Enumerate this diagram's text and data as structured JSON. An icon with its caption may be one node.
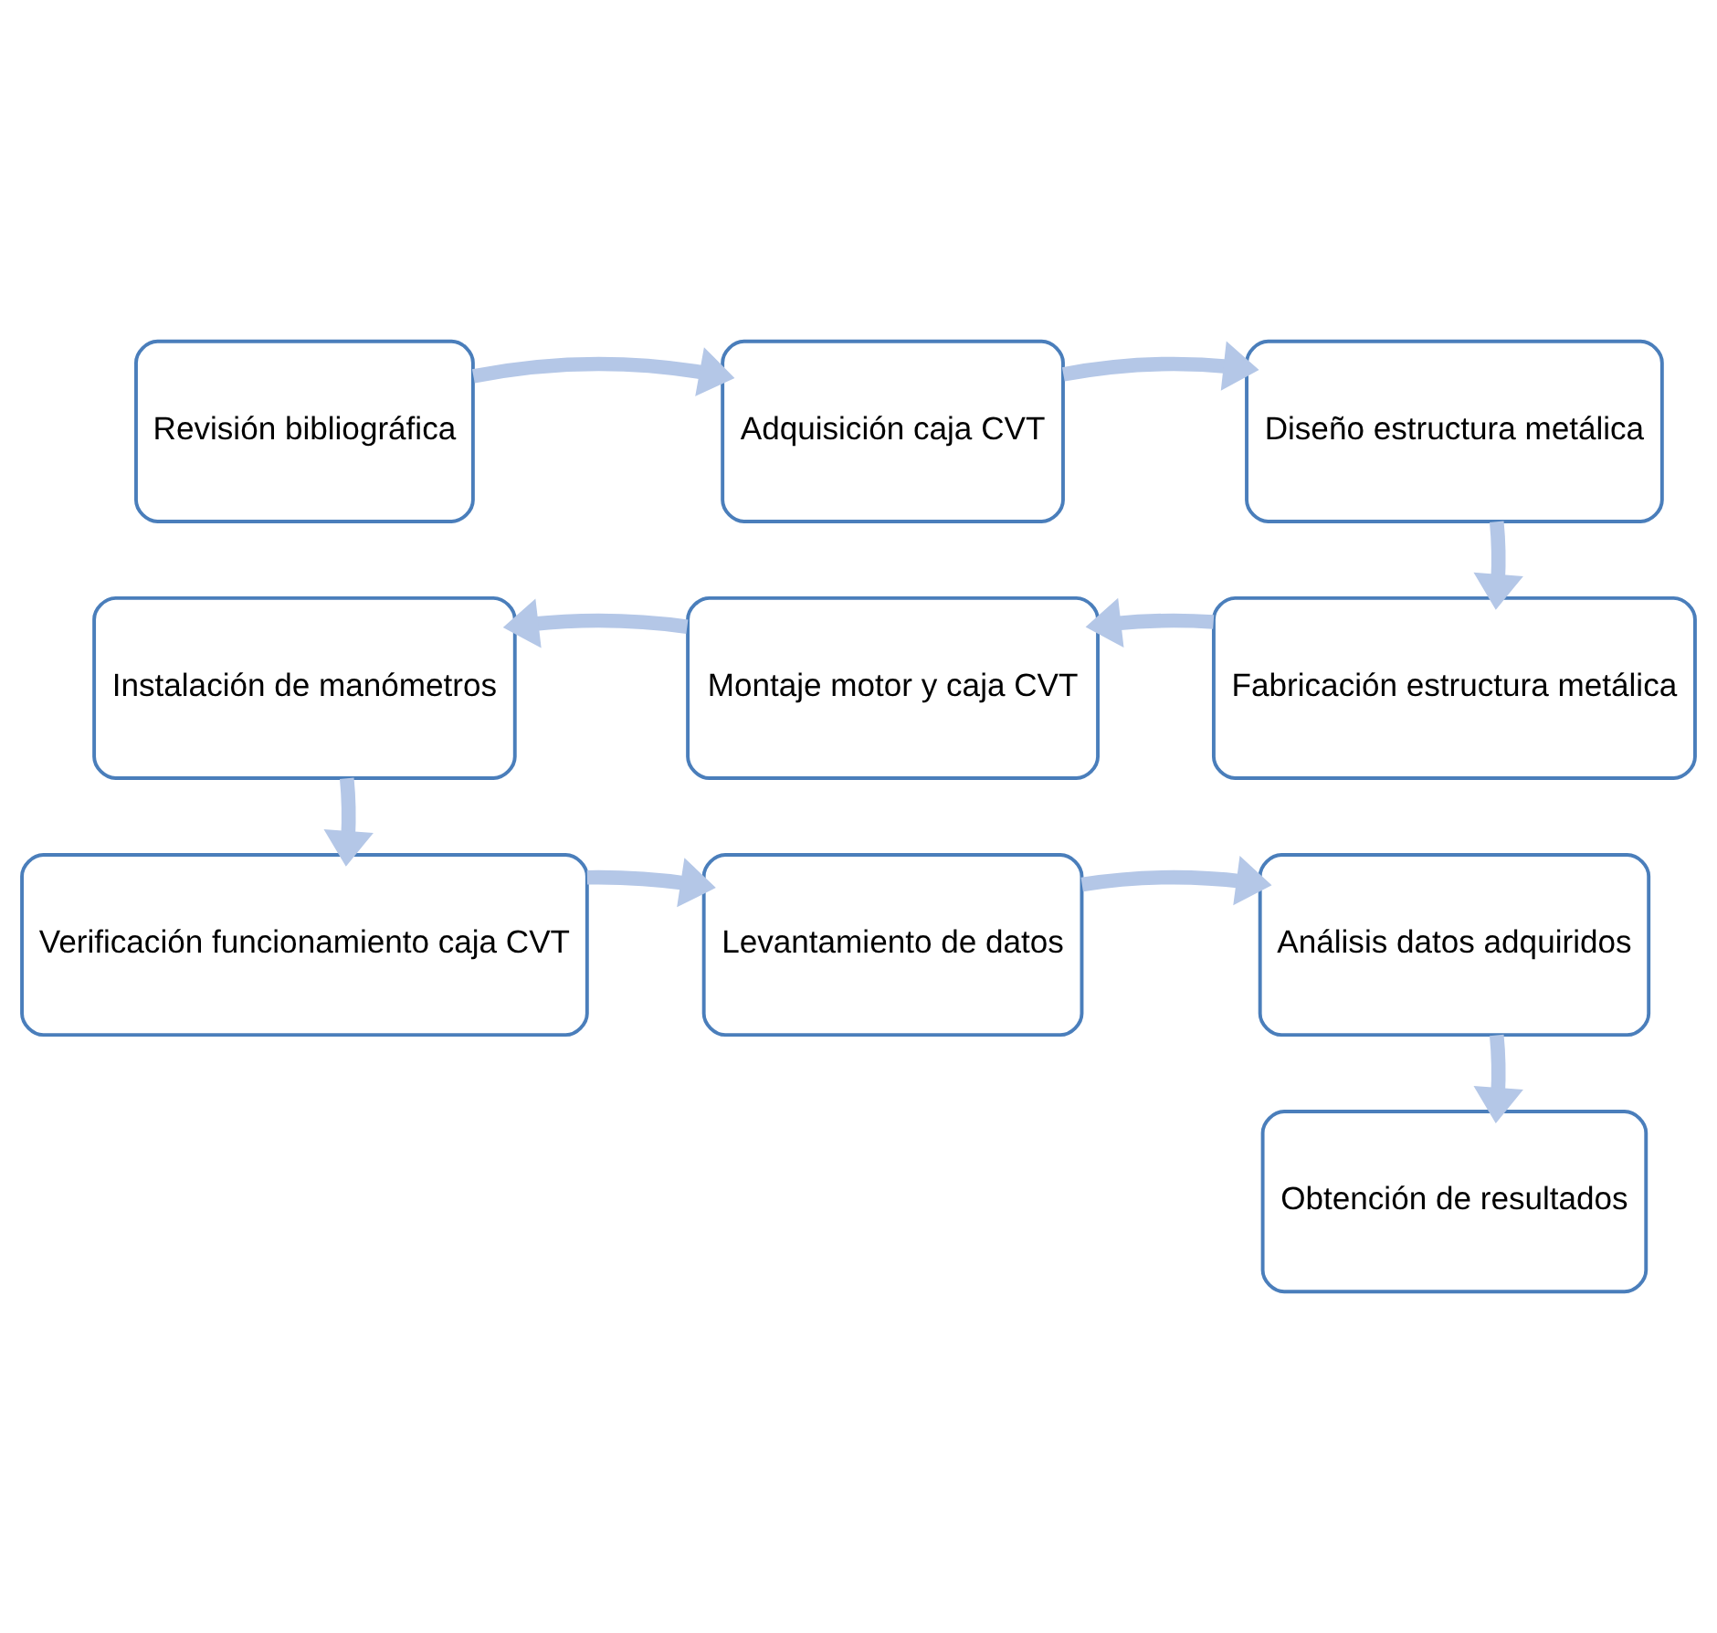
{
  "diagram": {
    "nodes": [
      {
        "text": [
          "Revisión bibliográfica"
        ]
      },
      {
        "text": [
          "Adquisición caja CVT"
        ]
      },
      {
        "text": [
          "Diseño estructura metálica"
        ]
      },
      {
        "text": [
          "Fabricación estructura metálica"
        ]
      },
      {
        "text": [
          "Montaje motor y caja CVT"
        ]
      },
      {
        "text": [
          "Instalación de manómetros"
        ]
      },
      {
        "text": [
          "Verificación funcionamiento caja CVT"
        ]
      },
      {
        "text": [
          "Levantamiento de datos"
        ]
      },
      {
        "text": [
          "Análisis datos adquiridos"
        ]
      },
      {
        "text": [
          "Obtención de resultados"
        ]
      }
    ],
    "edges": [
      {
        "from": 0,
        "to": 1,
        "arrow": "to"
      },
      {
        "from": 1,
        "to": 2,
        "arrow": "to"
      },
      {
        "from": 2,
        "to": 3,
        "arrow": "to"
      },
      {
        "from": 3,
        "to": 4,
        "arrow": "to"
      },
      {
        "from": 4,
        "to": 5,
        "arrow": "to"
      },
      {
        "from": 5,
        "to": 6,
        "arrow": "to"
      },
      {
        "from": 6,
        "to": 7,
        "arrow": "to"
      },
      {
        "from": 7,
        "to": 8,
        "arrow": "to"
      },
      {
        "from": 8,
        "to": 9,
        "arrow": "to"
      }
    ]
  }
}
